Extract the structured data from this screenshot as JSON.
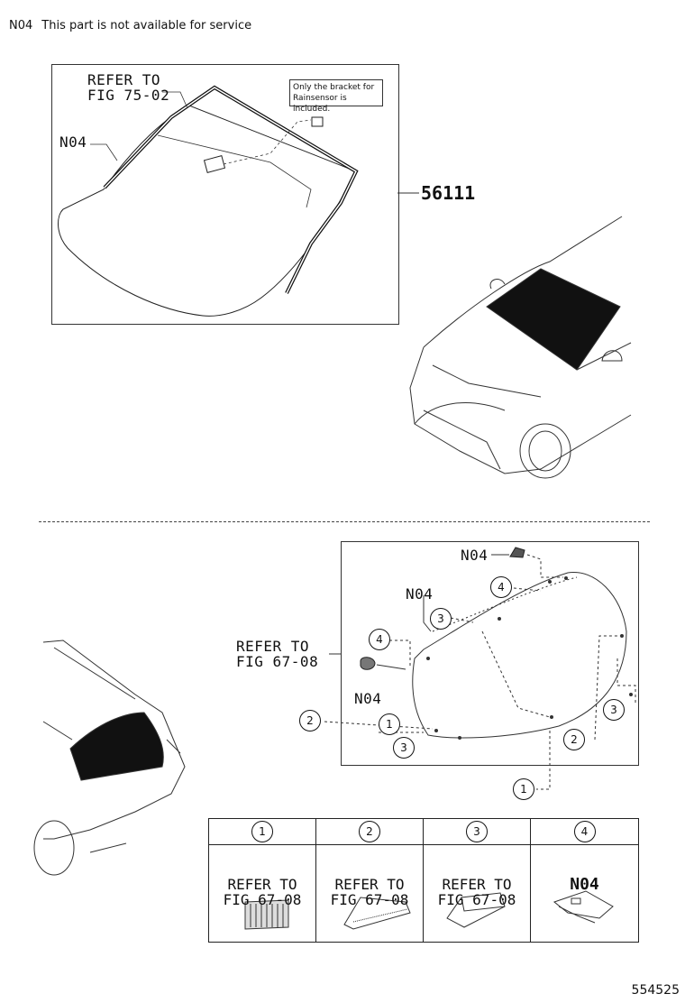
{
  "note": {
    "code": "N04",
    "text": "This part is not available for service"
  },
  "windshield": {
    "refer_line1": "REFER TO",
    "refer_line2": "FIG 75-02",
    "n04_label": "N04",
    "small_note": "Only the bracket for Rainsensor is included.",
    "part_number": "56111"
  },
  "back_glass": {
    "refer_line1": "REFER TO",
    "refer_line2": "FIG 67-08",
    "n04_top": "N04",
    "n04_mid": "N04",
    "n04_left": "N04"
  },
  "callouts": [
    "1",
    "2",
    "3",
    "4"
  ],
  "legend": [
    {
      "num": "1",
      "text": "REFER TO\nFIG 67-08"
    },
    {
      "num": "2",
      "text": "REFER TO\nFIG 67-08"
    },
    {
      "num": "3",
      "text": "REFER TO\nFIG 67-08"
    },
    {
      "num": "4",
      "text": "N04"
    }
  ],
  "figure_number": "554525"
}
